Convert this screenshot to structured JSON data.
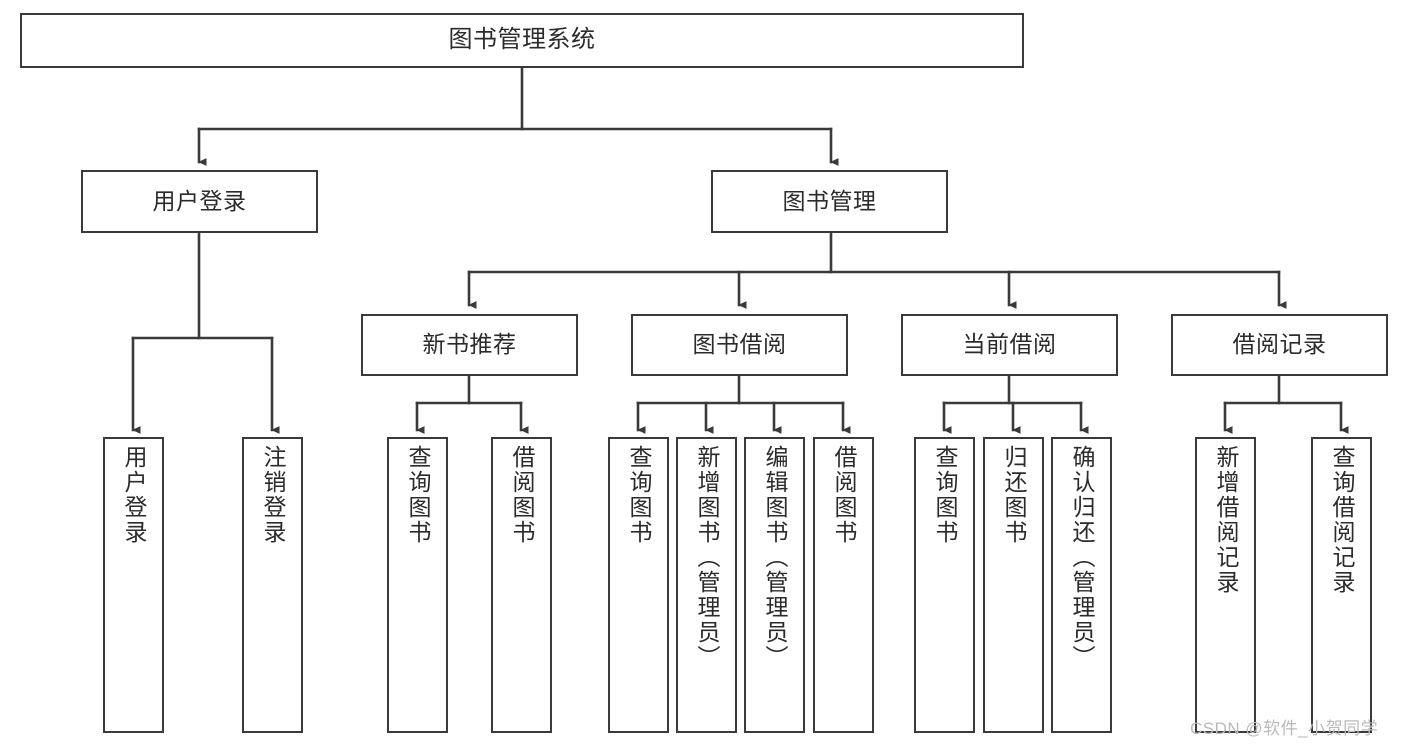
{
  "diagram": {
    "title": "图书管理系统",
    "type": "hierarchy-tree",
    "nodes": {
      "root": {
        "label": "图书管理系统"
      },
      "level1": [
        {
          "id": "user-login",
          "label": "用户登录"
        },
        {
          "id": "book-manage",
          "label": "图书管理"
        }
      ],
      "level2": [
        {
          "id": "new-book-recommend",
          "label": "新书推荐"
        },
        {
          "id": "book-borrow",
          "label": "图书借阅"
        },
        {
          "id": "current-borrow",
          "label": "当前借阅"
        },
        {
          "id": "borrow-record",
          "label": "借阅记录"
        }
      ],
      "leaves": {
        "user-login": [
          {
            "id": "leaf-user-login",
            "label": "用户登录"
          },
          {
            "id": "leaf-user-logout",
            "label": "注销登录"
          }
        ],
        "new-book-recommend": [
          {
            "id": "leaf-query-book-1",
            "label": "查询图书"
          },
          {
            "id": "leaf-borrow-book-1",
            "label": "借阅图书"
          }
        ],
        "book-borrow": [
          {
            "id": "leaf-query-book-2",
            "label": "查询图书"
          },
          {
            "id": "leaf-add-book",
            "label": "新增图书（管理员）"
          },
          {
            "id": "leaf-edit-book",
            "label": "编辑图书（管理员）"
          },
          {
            "id": "leaf-borrow-book-2",
            "label": "借阅图书"
          }
        ],
        "current-borrow": [
          {
            "id": "leaf-query-book-3",
            "label": "查询图书"
          },
          {
            "id": "leaf-return-book",
            "label": "归还图书"
          },
          {
            "id": "leaf-confirm-return",
            "label": "确认归还（管理员）"
          }
        ],
        "borrow-record": [
          {
            "id": "leaf-add-record",
            "label": "新增借阅记录"
          },
          {
            "id": "leaf-query-record",
            "label": "查询借阅记录"
          }
        ]
      }
    }
  },
  "watermark": {
    "text": "CSDN @软件_小贺同学"
  },
  "colors": {
    "stroke": "#3a3a3a",
    "text": "#2b2b2b",
    "background": "#ffffff",
    "watermark": "#b9b9b9"
  }
}
